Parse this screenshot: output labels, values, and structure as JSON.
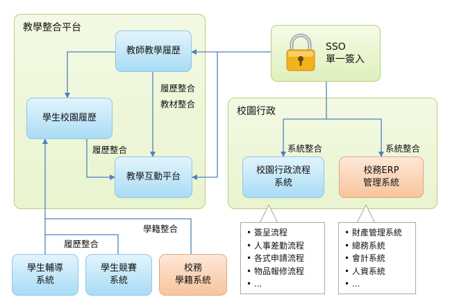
{
  "groups": {
    "teaching": "教學整合平台",
    "admin": "校園行政"
  },
  "nodes": {
    "teacher_resume": "教師教學履歷",
    "student_resume": "學生校園履歷",
    "interactive": "教學互動平台",
    "sso_line1": "SSO",
    "sso_line2": "單一簽入",
    "admin_flow_line1": "校園行政流程",
    "admin_flow_line2": "系統",
    "erp_line1": "校務ERP",
    "erp_line2": "管理系統",
    "counseling_line1": "學生輔導",
    "counseling_line2": "系統",
    "competition_line1": "學生競賽",
    "competition_line2": "系統",
    "registry_line1": "校務",
    "registry_line2": "學籍系統"
  },
  "labels": {
    "resume_integration_1": "履歷整合",
    "material_integration": "教材整合",
    "resume_integration_2": "履歷整合",
    "system_integration_1": "系統整合",
    "system_integration_2": "系統整合",
    "registry_integration": "學籍整合",
    "resume_integration_3": "履歷整合"
  },
  "callouts": {
    "admin_flow_items": [
      "簽呈流程",
      "人事差勤流程",
      "各式申請流程",
      "物品報修流程",
      "..."
    ],
    "erp_items": [
      "財產管理系統",
      "總務系統",
      "會計系統",
      "人資系統",
      "..."
    ]
  },
  "colors": {
    "group_border": "#b5cf7a",
    "blue_node": "#a9dcf5",
    "orange_node": "#f8c49c",
    "arrow": "#4f81bd",
    "lock": "#f2b21c"
  },
  "icons": {
    "sso": "padlock-icon"
  }
}
